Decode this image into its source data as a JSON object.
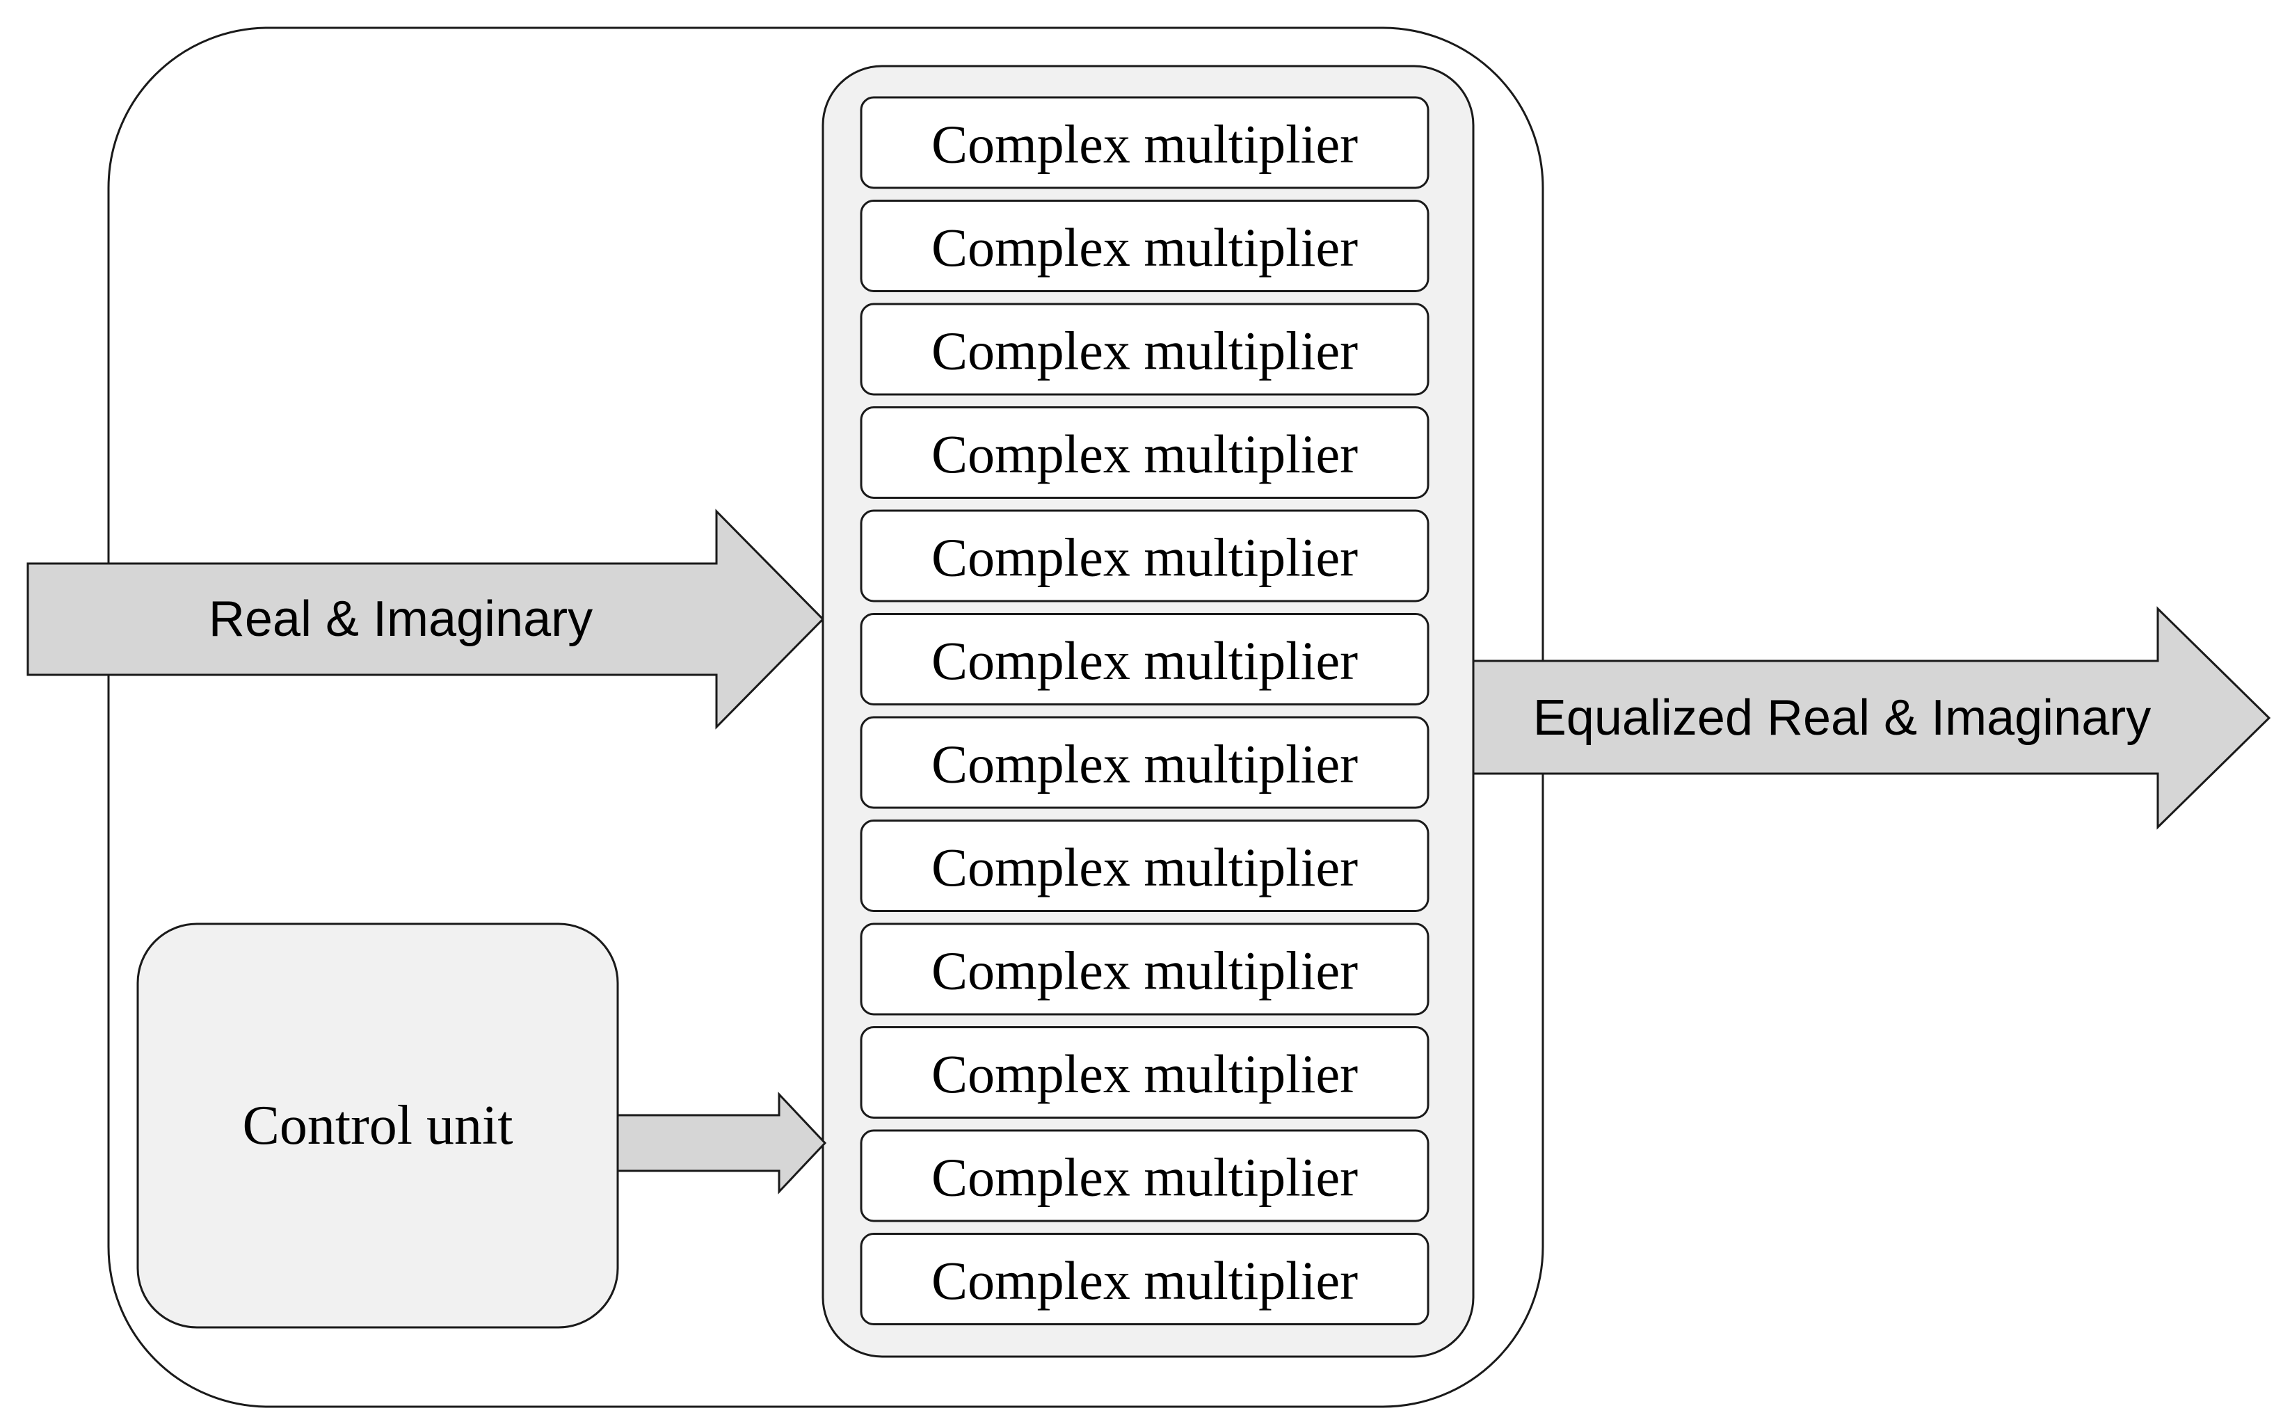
{
  "diagram": {
    "input_arrow": {
      "label": "Real & Imaginary"
    },
    "output_arrow": {
      "label": "Equalized Real & Imaginary"
    },
    "control_unit": {
      "label": "Control unit"
    },
    "multiplier_bank": {
      "blocks": [
        {
          "label": "Complex multiplier"
        },
        {
          "label": "Complex multiplier"
        },
        {
          "label": "Complex multiplier"
        },
        {
          "label": "Complex multiplier"
        },
        {
          "label": "Complex multiplier"
        },
        {
          "label": "Complex multiplier"
        },
        {
          "label": "Complex multiplier"
        },
        {
          "label": "Complex multiplier"
        },
        {
          "label": "Complex multiplier"
        },
        {
          "label": "Complex multiplier"
        },
        {
          "label": "Complex multiplier"
        },
        {
          "label": "Complex multiplier"
        }
      ]
    },
    "colors": {
      "stroke": "#1a1a1a",
      "arrow_fill": "#d6d6d6",
      "panel_fill": "#f1f1f1",
      "block_fill": "#ffffff",
      "background": "#ffffff"
    }
  }
}
